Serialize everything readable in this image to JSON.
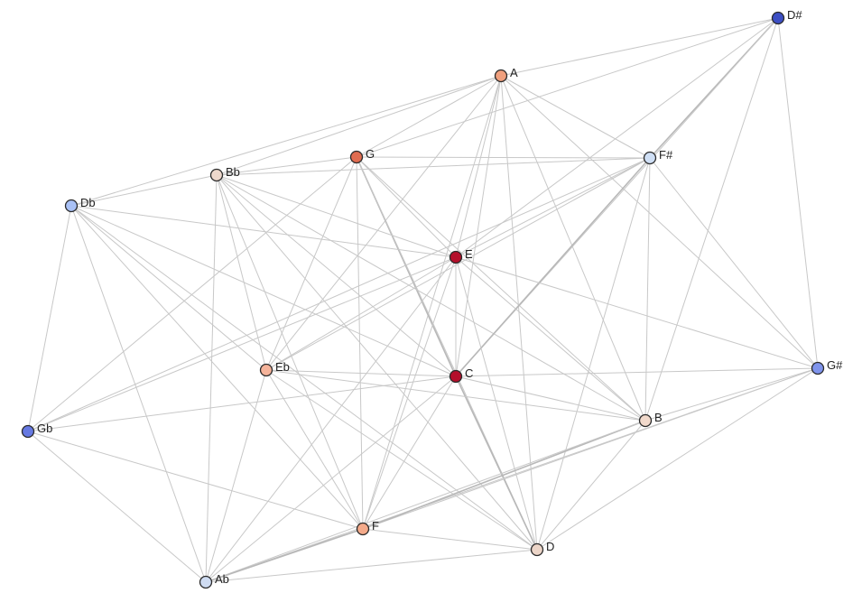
{
  "graph": {
    "nodes": [
      {
        "id": "D#",
        "label": "D#",
        "color": "#3d4fc4"
      },
      {
        "id": "A",
        "label": "A",
        "color": "#f0a07e"
      },
      {
        "id": "G",
        "label": "G",
        "color": "#e06c50"
      },
      {
        "id": "F#",
        "label": "F#",
        "color": "#cfdff5"
      },
      {
        "id": "Bb",
        "label": "Bb",
        "color": "#eed8cc"
      },
      {
        "id": "Db",
        "label": "Db",
        "color": "#a9c1f6"
      },
      {
        "id": "E",
        "label": "E",
        "color": "#b40f2b"
      },
      {
        "id": "C",
        "label": "C",
        "color": "#b40f2b"
      },
      {
        "id": "Eb",
        "label": "Eb",
        "color": "#f5b39a"
      },
      {
        "id": "G#",
        "label": "G#",
        "color": "#7f94ec"
      },
      {
        "id": "Gb",
        "label": "Gb",
        "color": "#6679e2"
      },
      {
        "id": "B",
        "label": "B",
        "color": "#f1d9cb"
      },
      {
        "id": "F",
        "label": "F",
        "color": "#f4aa8a"
      },
      {
        "id": "D",
        "label": "D",
        "color": "#ecd5c8"
      },
      {
        "id": "Ab",
        "label": "Ab",
        "color": "#cfdcf2"
      }
    ],
    "edges": [
      [
        "D#",
        "A"
      ],
      [
        "D#",
        "F#"
      ],
      [
        "D#",
        "E"
      ],
      [
        "D#",
        "C"
      ],
      [
        "D#",
        "G#"
      ],
      [
        "D#",
        "B"
      ],
      [
        "D#",
        "G"
      ],
      [
        "A",
        "Bb"
      ],
      [
        "A",
        "Db"
      ],
      [
        "A",
        "G"
      ],
      [
        "A",
        "F#"
      ],
      [
        "A",
        "E"
      ],
      [
        "A",
        "C"
      ],
      [
        "A",
        "Eb"
      ],
      [
        "A",
        "B"
      ],
      [
        "A",
        "G#"
      ],
      [
        "A",
        "F"
      ],
      [
        "A",
        "D"
      ],
      [
        "G",
        "Bb"
      ],
      [
        "G",
        "F#"
      ],
      [
        "G",
        "E"
      ],
      [
        "G",
        "C"
      ],
      [
        "G",
        "Eb"
      ],
      [
        "G",
        "F"
      ],
      [
        "G",
        "D"
      ],
      [
        "G",
        "B"
      ],
      [
        "G",
        "Gb"
      ],
      [
        "Bb",
        "F#"
      ],
      [
        "Bb",
        "Db"
      ],
      [
        "Bb",
        "E"
      ],
      [
        "Bb",
        "C"
      ],
      [
        "Bb",
        "Eb"
      ],
      [
        "Bb",
        "F"
      ],
      [
        "Bb",
        "D"
      ],
      [
        "Bb",
        "Ab"
      ],
      [
        "Bb",
        "B"
      ],
      [
        "Db",
        "E"
      ],
      [
        "Db",
        "C"
      ],
      [
        "Db",
        "Eb"
      ],
      [
        "Db",
        "Gb"
      ],
      [
        "Db",
        "F"
      ],
      [
        "Db",
        "Ab"
      ],
      [
        "Db",
        "D"
      ],
      [
        "F#",
        "E"
      ],
      [
        "F#",
        "C"
      ],
      [
        "F#",
        "Eb"
      ],
      [
        "F#",
        "B"
      ],
      [
        "F#",
        "G#"
      ],
      [
        "F#",
        "D"
      ],
      [
        "F#",
        "Gb"
      ],
      [
        "E",
        "C"
      ],
      [
        "E",
        "Eb"
      ],
      [
        "E",
        "B"
      ],
      [
        "E",
        "G#"
      ],
      [
        "E",
        "F"
      ],
      [
        "E",
        "D"
      ],
      [
        "E",
        "Ab"
      ],
      [
        "E",
        "Gb"
      ],
      [
        "C",
        "Eb"
      ],
      [
        "C",
        "G#"
      ],
      [
        "C",
        "B"
      ],
      [
        "C",
        "F"
      ],
      [
        "C",
        "D"
      ],
      [
        "C",
        "Gb"
      ],
      [
        "C",
        "Ab"
      ],
      [
        "Eb",
        "B"
      ],
      [
        "Eb",
        "F"
      ],
      [
        "Eb",
        "Ab"
      ],
      [
        "Eb",
        "D"
      ],
      [
        "G#",
        "B"
      ],
      [
        "G#",
        "F"
      ],
      [
        "G#",
        "D"
      ],
      [
        "G#",
        "Ab"
      ],
      [
        "Gb",
        "F"
      ],
      [
        "Gb",
        "Ab"
      ],
      [
        "B",
        "F"
      ],
      [
        "B",
        "D"
      ],
      [
        "B",
        "Ab"
      ],
      [
        "F",
        "D"
      ],
      [
        "F",
        "Ab"
      ],
      [
        "D",
        "Ab"
      ]
    ],
    "heavy_edges": [
      [
        "G",
        "C"
      ],
      [
        "C",
        "D"
      ],
      [
        "C",
        "F#"
      ],
      [
        "F#",
        "D#"
      ],
      [
        "F",
        "B"
      ],
      [
        "Ab",
        "F"
      ]
    ]
  }
}
